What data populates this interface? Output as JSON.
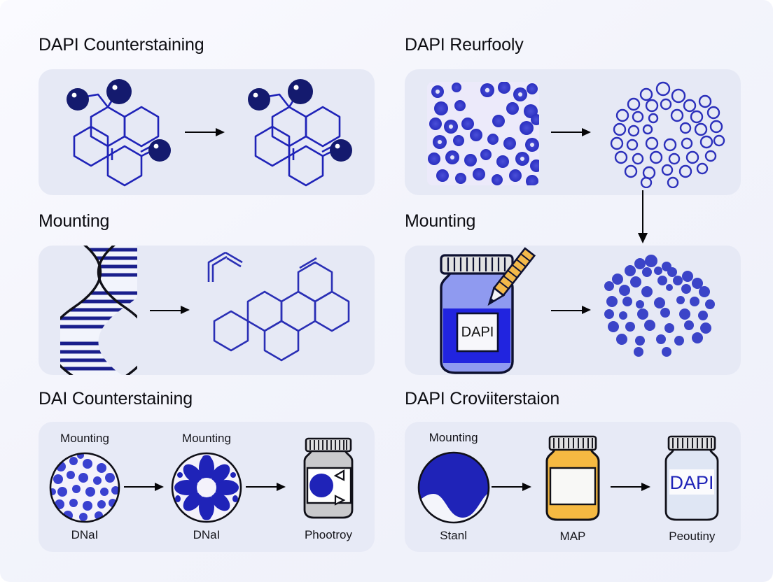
{
  "page": {
    "background": "#f3f4fb",
    "accent_blue": "#1f23b8",
    "deep_navy": "#141a6e",
    "panel_bg": "#e6e9f5",
    "amber": "#f5b942"
  },
  "sections": [
    {
      "id": "dapi-counterstaining",
      "title": "DAPI Counterstaining",
      "kind": "molecule-to-molecule",
      "steps": [
        {
          "label": "",
          "icon": "molecule-hexagon-cluster-icon"
        },
        {
          "label": "",
          "icon": "arrow-right-icon"
        },
        {
          "label": "",
          "icon": "molecule-hexagon-cluster-icon"
        }
      ]
    },
    {
      "id": "dapi-reurfooly",
      "title": "DAPI Reurfooly",
      "kind": "micrograph-to-outline-cells",
      "steps": [
        {
          "label": "",
          "icon": "micrograph-thumbnail-icon"
        },
        {
          "label": "",
          "icon": "arrow-right-icon"
        },
        {
          "label": "",
          "icon": "outline-cell-cluster-icon"
        }
      ]
    },
    {
      "id": "mounting-left",
      "title": "Mounting",
      "kind": "dna-to-molecule",
      "steps": [
        {
          "label": "",
          "icon": "dna-double-helix-icon"
        },
        {
          "label": "",
          "icon": "arrow-right-icon"
        },
        {
          "label": "",
          "icon": "polycyclic-molecule-icon"
        }
      ]
    },
    {
      "id": "mounting-right",
      "title": "Mounting",
      "kind": "jar-to-filled-cells",
      "steps": [
        {
          "label": "DAPI",
          "icon": "dapi-jar-with-pencil-icon"
        },
        {
          "label": "",
          "icon": "arrow-right-icon"
        },
        {
          "label": "",
          "icon": "filled-cell-cluster-icon"
        }
      ]
    },
    {
      "id": "dai-counterstaining",
      "title": "DAI Counterstaining",
      "kind": "captioned-three-step",
      "steps": [
        {
          "top": "Mounting",
          "bottom": "DNaI",
          "icon": "stained-cells-circle-icon"
        },
        {
          "top": "Mounting",
          "bottom": "DNaI",
          "icon": "flower-cell-circle-icon"
        },
        {
          "top": "",
          "bottom": "Phootroy",
          "icon": "grey-jar-label-icon"
        }
      ]
    },
    {
      "id": "dapi-croviiterstaion",
      "title": "DAPI Croviiterstaion",
      "kind": "captioned-three-step",
      "steps": [
        {
          "top": "Mounting",
          "bottom": "Stanl",
          "icon": "half-filled-circle-icon"
        },
        {
          "top": "",
          "bottom": "MAP",
          "icon": "amber-jar-icon"
        },
        {
          "top": "",
          "bottom": "Peoutiny",
          "icon": "dapi-clear-jar-icon",
          "jar_text": "DAPI"
        }
      ]
    }
  ]
}
